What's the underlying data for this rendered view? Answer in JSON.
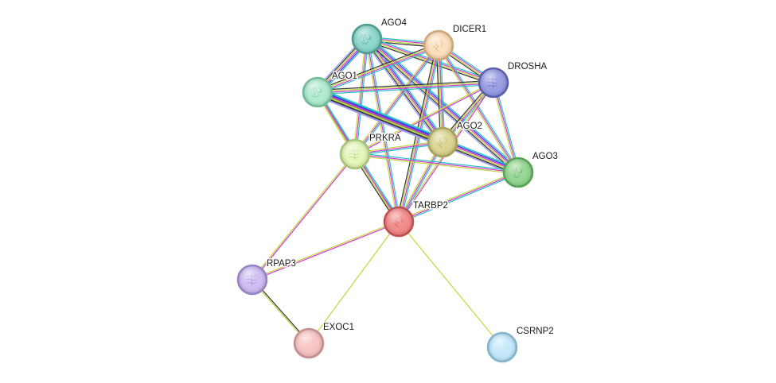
{
  "diagram": {
    "nodes": [
      {
        "label": "AGO4",
        "fill": "#86d5ca",
        "stroke": "#4c9d91",
        "icon": "protein-structure-icon"
      },
      {
        "label": "DICER1",
        "fill": "#fcdcb6",
        "stroke": "#cfa77a",
        "icon": "protein-structure-icon"
      },
      {
        "label": "DROSHA",
        "fill": "#9398e2",
        "stroke": "#5a5eae",
        "icon": "protein-structure-icon"
      },
      {
        "label": "AGO1",
        "fill": "#ace9cb",
        "stroke": "#70bd99",
        "icon": "protein-structure-icon"
      },
      {
        "label": "AGO2",
        "fill": "#d8d28c",
        "stroke": "#a8a25a",
        "icon": "protein-structure-icon"
      },
      {
        "label": "PRKRA",
        "fill": "#e2f6b4",
        "stroke": "#a6c678",
        "icon": "protein-structure-icon"
      },
      {
        "label": "AGO3",
        "fill": "#8ed48b",
        "stroke": "#55a455",
        "icon": "protein-structure-icon"
      },
      {
        "label": "TARBP2",
        "fill": "#f28383",
        "stroke": "#c24f4f",
        "icon": "protein-structure-icon"
      },
      {
        "label": "RPAP3",
        "fill": "#cbbaf1",
        "stroke": "#9882c6",
        "icon": "protein-structure-icon"
      },
      {
        "label": "EXOC1",
        "fill": "#f6c1c1",
        "stroke": "#c88f8f",
        "icon": null
      },
      {
        "label": "CSRNP2",
        "fill": "#c0e7fb",
        "stroke": "#84b4cf",
        "icon": null
      }
    ],
    "edges": [
      {
        "from": "AGO4",
        "to": "DICER1",
        "colors": [
          "#27c3c7",
          "#d23fd2",
          "#c2d843",
          "#3a3a3a"
        ]
      },
      {
        "from": "AGO4",
        "to": "DROSHA",
        "colors": [
          "#27c3c7",
          "#d23fd2",
          "#c2d843",
          "#3a3a3a"
        ]
      },
      {
        "from": "AGO4",
        "to": "AGO1",
        "colors": [
          "#27c3c7",
          "#3b3bdb",
          "#d23fd2",
          "#c2d843",
          "#3a3a3a",
          "#9c9cf0"
        ]
      },
      {
        "from": "AGO4",
        "to": "AGO2",
        "colors": [
          "#27c3c7",
          "#3b3bdb",
          "#d23fd2",
          "#c2d843",
          "#3a3a3a",
          "#9c9cf0"
        ]
      },
      {
        "from": "AGO4",
        "to": "PRKRA",
        "colors": [
          "#27c3c7",
          "#d23fd2",
          "#c2d843"
        ]
      },
      {
        "from": "AGO4",
        "to": "AGO3",
        "colors": [
          "#27c3c7",
          "#3b3bdb",
          "#d23fd2",
          "#c2d843",
          "#3a3a3a",
          "#9c9cf0"
        ]
      },
      {
        "from": "AGO4",
        "to": "TARBP2",
        "colors": [
          "#27c3c7",
          "#d23fd2",
          "#c2d843"
        ]
      },
      {
        "from": "DICER1",
        "to": "DROSHA",
        "colors": [
          "#27c3c7",
          "#d23fd2",
          "#c2d843",
          "#3a3a3a"
        ]
      },
      {
        "from": "DICER1",
        "to": "AGO1",
        "colors": [
          "#27c3c7",
          "#d23fd2",
          "#c2d843",
          "#3a3a3a"
        ]
      },
      {
        "from": "DICER1",
        "to": "AGO2",
        "colors": [
          "#27c3c7",
          "#d23fd2",
          "#c2d843",
          "#3a3a3a"
        ]
      },
      {
        "from": "DICER1",
        "to": "PRKRA",
        "colors": [
          "#27c3c7",
          "#d23fd2",
          "#c2d843"
        ]
      },
      {
        "from": "DICER1",
        "to": "AGO3",
        "colors": [
          "#27c3c7",
          "#d23fd2",
          "#c2d843"
        ]
      },
      {
        "from": "DICER1",
        "to": "TARBP2",
        "colors": [
          "#27c3c7",
          "#d23fd2",
          "#c2d843",
          "#3a3a3a"
        ]
      },
      {
        "from": "DROSHA",
        "to": "AGO1",
        "colors": [
          "#27c3c7",
          "#d23fd2",
          "#c2d843",
          "#3a3a3a"
        ]
      },
      {
        "from": "DROSHA",
        "to": "AGO2",
        "colors": [
          "#27c3c7",
          "#d23fd2",
          "#c2d843",
          "#3a3a3a"
        ]
      },
      {
        "from": "DROSHA",
        "to": "PRKRA",
        "colors": [
          "#d23fd2",
          "#c2d843"
        ]
      },
      {
        "from": "DROSHA",
        "to": "AGO3",
        "colors": [
          "#27c3c7",
          "#d23fd2",
          "#c2d843"
        ]
      },
      {
        "from": "DROSHA",
        "to": "TARBP2",
        "colors": [
          "#d23fd2",
          "#c2d843"
        ]
      },
      {
        "from": "AGO1",
        "to": "AGO2",
        "colors": [
          "#27c3c7",
          "#3b3bdb",
          "#d23fd2",
          "#3aa93a",
          "#c2d843",
          "#3a3a3a",
          "#9c9cf0"
        ]
      },
      {
        "from": "AGO1",
        "to": "PRKRA",
        "colors": [
          "#27c3c7",
          "#d23fd2",
          "#c2d843"
        ]
      },
      {
        "from": "AGO1",
        "to": "AGO3",
        "colors": [
          "#27c3c7",
          "#3b3bdb",
          "#d23fd2",
          "#c2d843",
          "#3a3a3a",
          "#9c9cf0"
        ]
      },
      {
        "from": "AGO1",
        "to": "TARBP2",
        "colors": [
          "#27c3c7",
          "#d23fd2",
          "#c2d843"
        ]
      },
      {
        "from": "AGO2",
        "to": "PRKRA",
        "colors": [
          "#27c3c7",
          "#d23fd2",
          "#c2d843"
        ]
      },
      {
        "from": "AGO2",
        "to": "AGO3",
        "colors": [
          "#27c3c7",
          "#3b3bdb",
          "#d23fd2",
          "#c2d843",
          "#3a3a3a",
          "#9c9cf0"
        ]
      },
      {
        "from": "AGO2",
        "to": "TARBP2",
        "colors": [
          "#27c3c7",
          "#d23fd2",
          "#c2d843"
        ]
      },
      {
        "from": "PRKRA",
        "to": "AGO3",
        "colors": [
          "#27c3c7",
          "#d23fd2",
          "#c2d843"
        ]
      },
      {
        "from": "PRKRA",
        "to": "TARBP2",
        "colors": [
          "#27c3c7",
          "#d23fd2",
          "#c2d843",
          "#3a3a3a"
        ]
      },
      {
        "from": "AGO3",
        "to": "TARBP2",
        "colors": [
          "#27c3c7",
          "#d23fd2",
          "#c2d843"
        ]
      },
      {
        "from": "TARBP2",
        "to": "RPAP3",
        "colors": [
          "#d23fd2",
          "#c2d843"
        ]
      },
      {
        "from": "TARBP2",
        "to": "EXOC1",
        "colors": [
          "#c2d843"
        ]
      },
      {
        "from": "TARBP2",
        "to": "CSRNP2",
        "colors": [
          "#c2d843"
        ]
      },
      {
        "from": "PRKRA",
        "to": "RPAP3",
        "colors": [
          "#d23fd2",
          "#c2d843"
        ]
      },
      {
        "from": "RPAP3",
        "to": "EXOC1",
        "colors": [
          "#3a3a3a",
          "#c2d843"
        ]
      }
    ]
  }
}
